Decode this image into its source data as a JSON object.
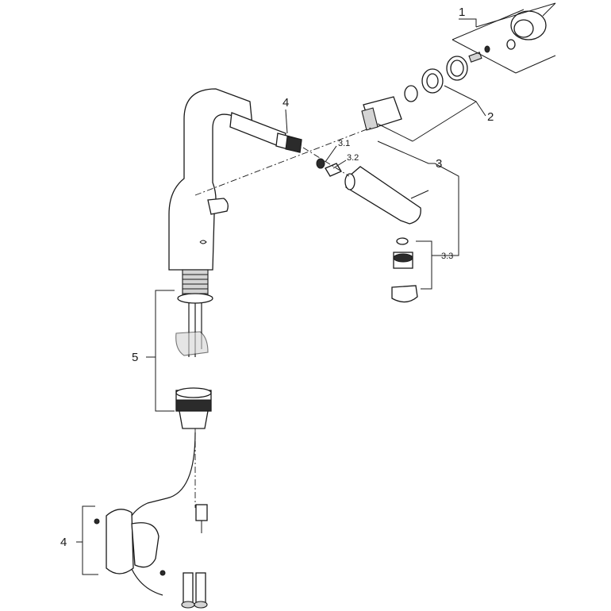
{
  "callouts": {
    "c1": "1",
    "c2": "2",
    "c3": "3",
    "c3_1": "3.1",
    "c3_2": "3.2",
    "c3_3": "3.3",
    "c4_top": "4",
    "c4_bottom": "4",
    "c5": "5"
  }
}
